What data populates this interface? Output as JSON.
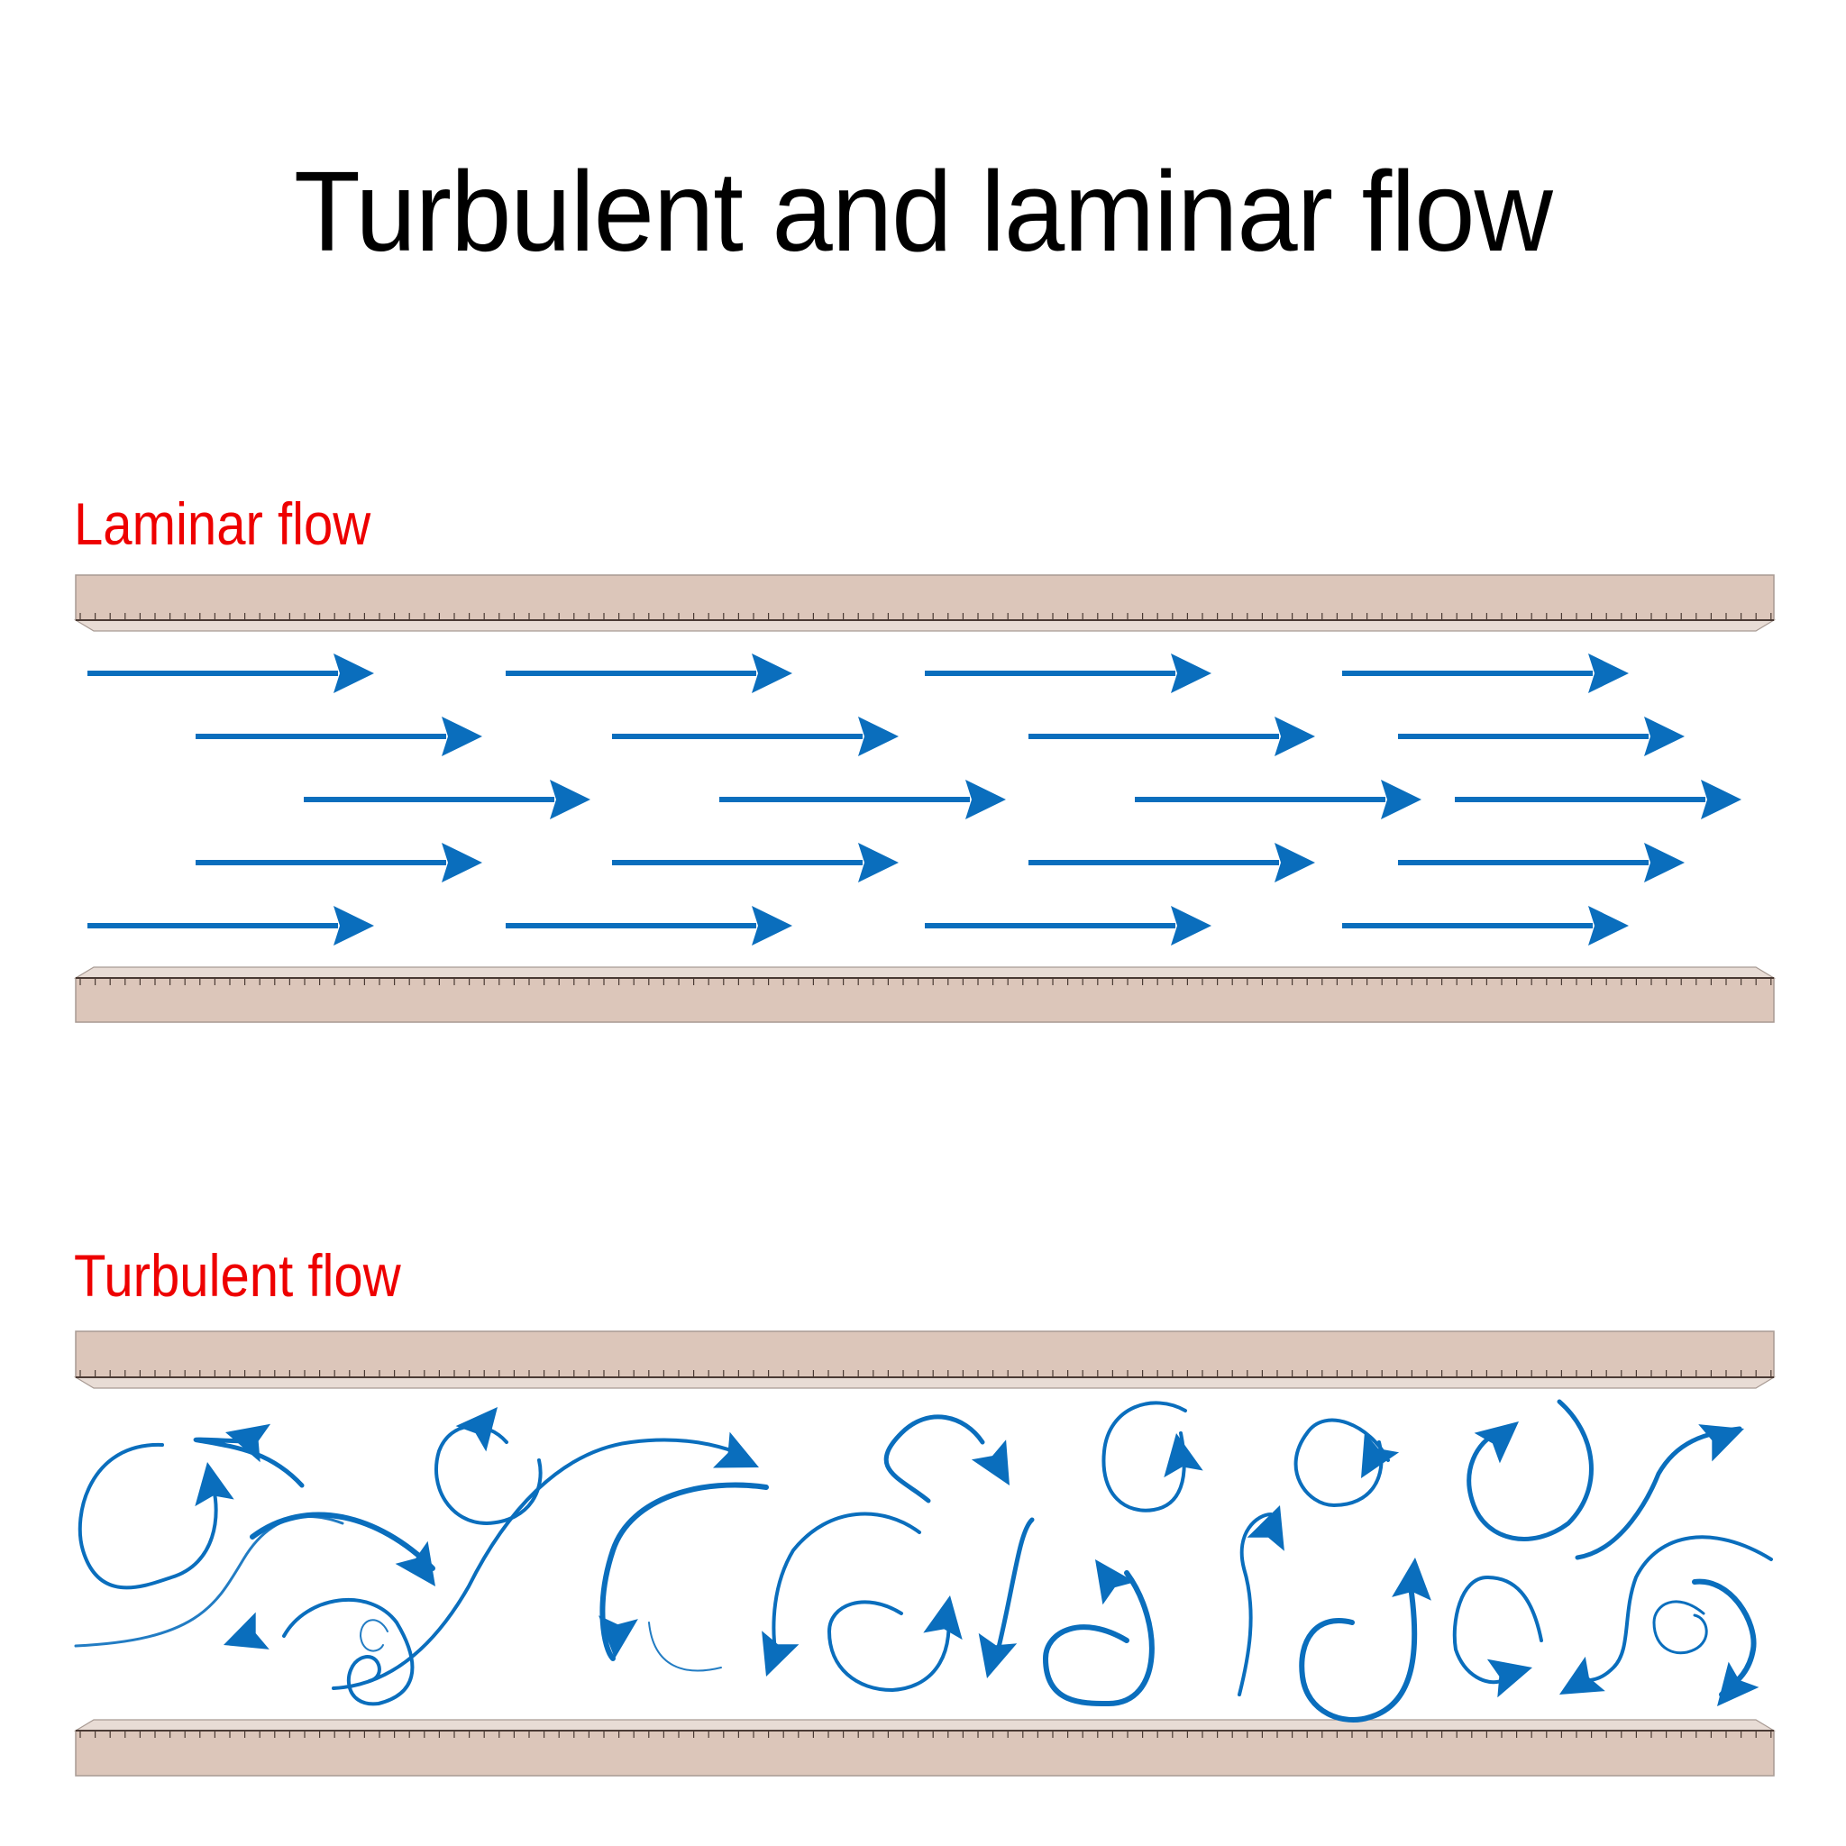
{
  "title": "Turbulent and laminar flow",
  "sections": {
    "laminar": {
      "label": "Laminar flow"
    },
    "turbulent": {
      "label": "Turbulent flow"
    }
  },
  "colors": {
    "flow_arrow": "#0a6ebd",
    "label": "#ee0000",
    "title": "#000000",
    "wall_fill": "#dcc6ba",
    "wall_bevel": "#e8dcd5",
    "wall_edge": "#a89a93",
    "wall_tick": "#4a3a34"
  },
  "laminar_arrows": {
    "rows": 5,
    "per_row": 4,
    "direction": "right"
  },
  "turbulent_arrows": {
    "count": 24,
    "description": "swirling eddies and curved vortex arrows in random directions"
  }
}
